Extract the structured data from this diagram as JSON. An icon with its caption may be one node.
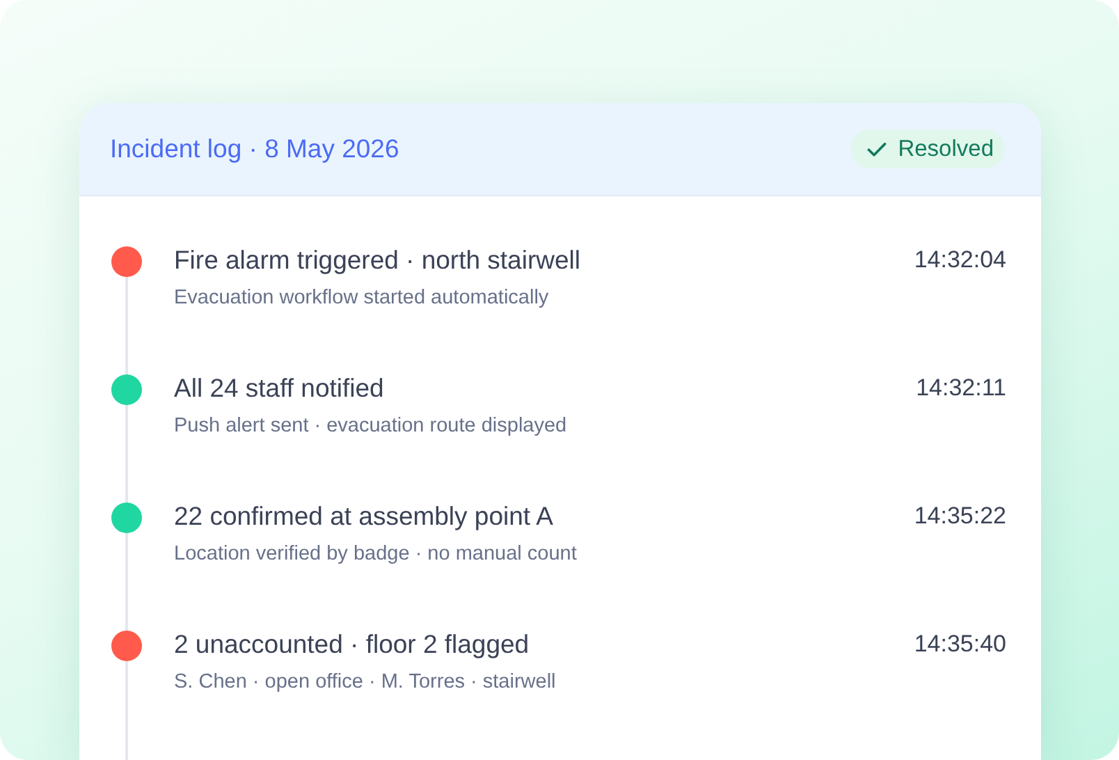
{
  "diagram": {
    "nodes": [
      {
        "text": [
          "Incident log · 8 May 2026"
        ]
      },
      {
        "text": [
          "Resolved"
        ],
        "in": 0
      },
      {
        "text": [],
        "shape": "circle",
        "in": 0,
        "beside": [
          "Fire alarm triggered · north stairwell",
          "Evacuation workflow started automatically"
        ]
      },
      {
        "text": [],
        "shape": "circle",
        "in": 0,
        "beside": [
          "All 24 staff notified",
          "Push alert sent · evacuation route displayed"
        ]
      },
      {
        "text": [],
        "shape": "circle",
        "in": 0,
        "beside": [
          "22 confirmed at assembly point A",
          "Location verified by badge · no manual count"
        ]
      },
      {
        "text": [],
        "shape": "circle",
        "in": 0,
        "beside": [
          "2 unaccounted · floor 2 flagged",
          "S. Chen · open office · M. Torres · stairwell"
        ]
      }
    ],
    "edges": [
      {
        "from": 2,
        "to": 3,
        "arrow": "none"
      },
      {
        "from": 3,
        "to": 4,
        "arrow": "none"
      },
      {
        "from": 4,
        "to": 5,
        "arrow": "none"
      },
      {
        "from": 5,
        "to": null,
        "arrow": "none"
      }
    ],
    "labels": [
      "14:32:04",
      "14:32:11",
      "14:35:22",
      "14:35:40"
    ]
  }
}
